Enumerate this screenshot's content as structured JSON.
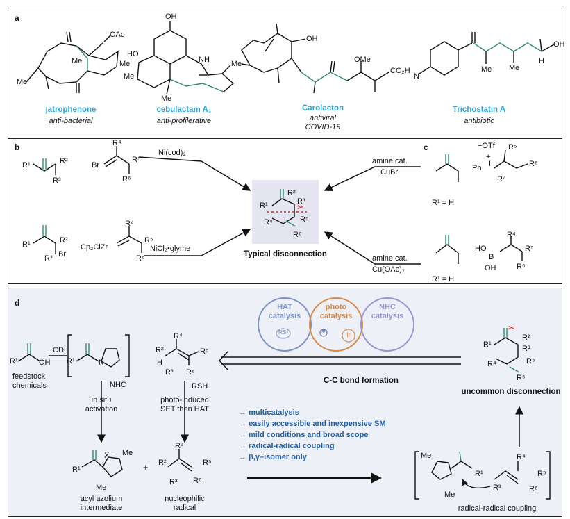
{
  "panel_a": {
    "label": "a",
    "compounds": [
      {
        "name": "jatrophenone",
        "activity": "anti-bacterial",
        "groups": [
          "OAc",
          "Me",
          "Me",
          "Me",
          "Me"
        ]
      },
      {
        "name": "cebulactam A₁",
        "activity": "anti-profilerative",
        "groups": [
          "OH",
          "HO",
          "NH",
          "Me",
          "Me",
          "Me"
        ]
      },
      {
        "name": "Carolacton",
        "activity": "antiviral",
        "activity2": "COVID-19",
        "groups": [
          "OH",
          "OMe",
          "CO₂H"
        ]
      },
      {
        "name": "Trichostatin A",
        "activity": "antibiotic",
        "groups": [
          "Me",
          "Me",
          "N",
          "OH",
          "H"
        ]
      }
    ]
  },
  "panel_b": {
    "label": "b",
    "row1": {
      "ketone": [
        "R¹",
        "R²",
        "R³"
      ],
      "vinyl": [
        "Br",
        "R⁴",
        "R⁵",
        "R⁶"
      ],
      "reagent": "Ni(cod)₂"
    },
    "row2": {
      "ketone": [
        "R¹",
        "R²",
        "R³",
        "Br"
      ],
      "vinyl": [
        "Cp₂ClZr",
        "R⁴",
        "R⁵",
        "R⁶"
      ],
      "reagent": "NiCl₂•glyme"
    },
    "center": {
      "caption": "Typical disconnection",
      "labels": [
        "R¹",
        "R²",
        "R³",
        "R⁴",
        "R⁵",
        "R⁶"
      ]
    }
  },
  "panel_c": {
    "label": "c",
    "row1": {
      "reagent1": "amine cat.",
      "reagent2": "CuBr",
      "note": "R¹ = H",
      "iodonium": [
        "−OTf",
        "Ph",
        "I",
        "+",
        "R⁴",
        "R⁵",
        "R⁶"
      ]
    },
    "row2": {
      "reagent1": "amine cat.",
      "reagent2": "Cu(OAc)₂",
      "note": "R¹ = H",
      "boron": [
        "HO",
        "B",
        "OH",
        "R⁴",
        "R⁵",
        "R⁶"
      ]
    }
  },
  "panel_d": {
    "label": "d",
    "catalysis": [
      {
        "title": "HAT",
        "sub": "catalysis",
        "badge": "RS•",
        "color": "#7b92c9"
      },
      {
        "title": "photo",
        "sub": "catalysis",
        "badge": "Ir",
        "color": "#d98b4a"
      },
      {
        "title": "NHC",
        "sub": "catalysis",
        "badge": "",
        "color": "#9b93cf"
      }
    ],
    "left": {
      "feedstock": "feedstock",
      "chemicals": "chemicals",
      "cdi": "CDI",
      "nhc": "NHC",
      "step": "in situ",
      "step2": "activation",
      "product": "acyl azolium",
      "product2": "intermediate",
      "x": "X⁻"
    },
    "middle": {
      "reagent": "RSH",
      "step": "photo-induced",
      "step2": "SET then HAT",
      "product": "nucleophilic",
      "product2": "radical"
    },
    "bond_caption": "C-C bond formation",
    "right_caption": "uncommon disconnection",
    "coupling_caption": "radical-radical coupling",
    "bullets": [
      "multicatalysis",
      "easily accessible and inexpensive SM",
      "mild conditions and broad scope",
      "radical-radical coupling",
      "β,γ–isomer only"
    ],
    "plus": "+",
    "arrow_symbol": "→"
  },
  "colors": {
    "accent_blue": "#2aa5d8",
    "green": "#2e8b6e",
    "panel_d_bg": "#eef0f8",
    "panel_bc_bg": "#e4e5f0",
    "text_blue": "#1f5fa8"
  }
}
